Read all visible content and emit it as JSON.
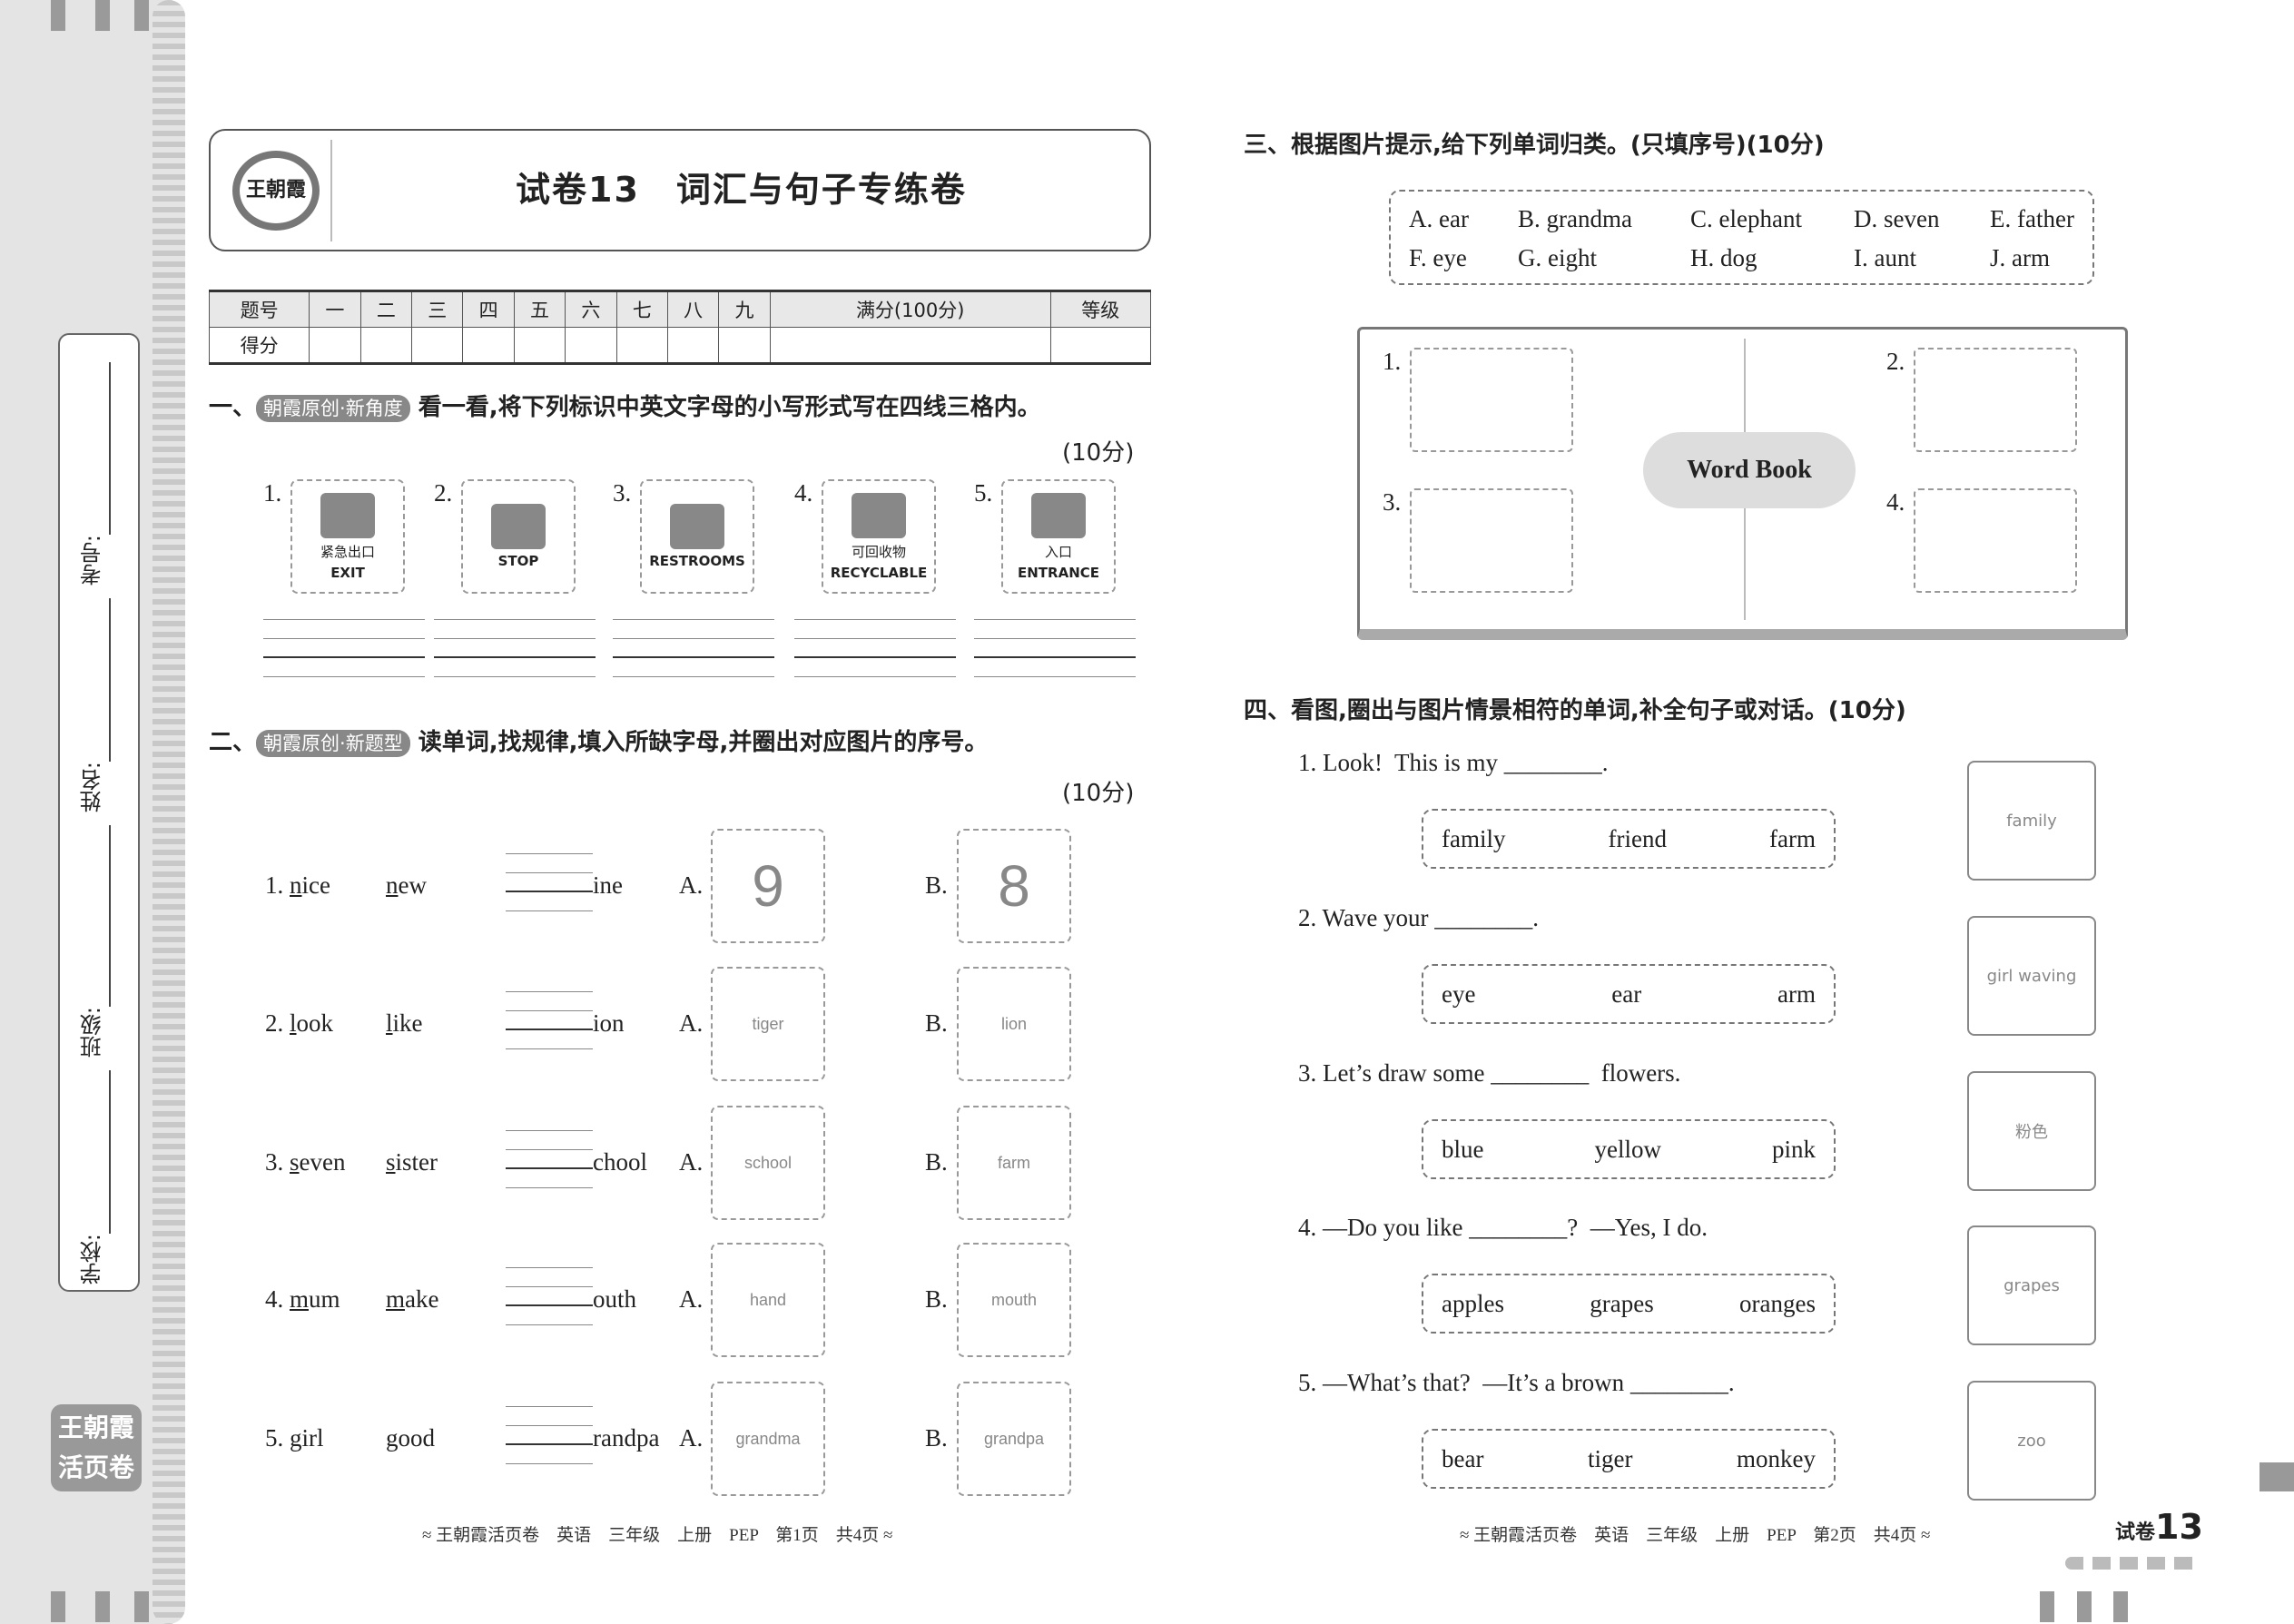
{
  "sidebar": {
    "labels": [
      "考号:",
      "姓名:",
      "班级:",
      "学校:"
    ],
    "logo_line1": "王朝霞",
    "logo_line2": "活页卷"
  },
  "header": {
    "seal_text": "王朝霞",
    "title": "试卷13　词汇与句子专练卷"
  },
  "score_table": {
    "row1": [
      "题号",
      "一",
      "二",
      "三",
      "四",
      "五",
      "六",
      "七",
      "八",
      "九",
      "满分(100分)",
      "等级"
    ],
    "row2_label": "得分"
  },
  "section1": {
    "prefix": "一、",
    "badge": "朝霞原创·新角度",
    "instruction": "看一看,将下列标识中英文字母的小写形式写在四线三格内。",
    "points": "(10分)",
    "signs": [
      {
        "num": "1.",
        "cn": "紧急出口",
        "en": "EXIT"
      },
      {
        "num": "2.",
        "cn": "",
        "en": "STOP"
      },
      {
        "num": "3.",
        "cn": "",
        "en": "RESTROOMS"
      },
      {
        "num": "4.",
        "cn": "可回收物",
        "en": "RECYCLABLE"
      },
      {
        "num": "5.",
        "cn": "入口",
        "en": "ENTRANCE"
      }
    ]
  },
  "section2": {
    "prefix": "二、",
    "badge": "朝霞原创·新题型",
    "instruction": "读单词,找规律,填入所缺字母,并圈出对应图片的序号。",
    "points": "(10分)",
    "rows": [
      {
        "num": "1.",
        "w1a": "n",
        "w1b": "ice",
        "w2a": "n",
        "w2b": "ew",
        "suffix": "ine",
        "a": "A.",
        "b": "B.",
        "pa": "9",
        "pb": "8"
      },
      {
        "num": "2.",
        "w1a": "l",
        "w1b": "ook",
        "w2a": "l",
        "w2b": "ike",
        "suffix": "ion",
        "a": "A.",
        "b": "B.",
        "pa": "tiger",
        "pb": "lion"
      },
      {
        "num": "3.",
        "w1a": "s",
        "w1b": "even",
        "w2a": "s",
        "w2b": "ister",
        "suffix": "chool",
        "a": "A.",
        "b": "B.",
        "pa": "school",
        "pb": "farm"
      },
      {
        "num": "4.",
        "w1a": "m",
        "w1b": "um",
        "w2a": "m",
        "w2b": "ake",
        "suffix": "outh",
        "a": "A.",
        "b": "B.",
        "pa": "hand",
        "pb": "mouth"
      },
      {
        "num": "5.",
        "w1a": "g",
        "w1b": "irl",
        "w2a": "g",
        "w2b": "ood",
        "suffix": "randpa",
        "a": "A.",
        "b": "B.",
        "pa": "grandma",
        "pb": "grandpa"
      }
    ]
  },
  "section3": {
    "title": "三、根据图片提示,给下列单词归类。(只填序号)(10分)",
    "words": [
      "A. ear",
      "B. grandma",
      "C. elephant",
      "D. seven",
      "E. father",
      "F. eye",
      "G. eight",
      "H. dog",
      "I. aunt",
      "J. arm"
    ],
    "book_title": "Word Book",
    "slots": [
      "1.",
      "2.",
      "3.",
      "4."
    ]
  },
  "section4": {
    "title": "四、看图,圈出与图片情景相符的单词,补全句子或对话。(10分)",
    "items": [
      {
        "sentence": "1. Look!  This is my ________.",
        "options": [
          "family",
          "friend",
          "farm"
        ],
        "pic": "family"
      },
      {
        "sentence": "2. Wave your ________.",
        "options": [
          "eye",
          "ear",
          "arm"
        ],
        "pic": "girl waving"
      },
      {
        "sentence": "3. Let’s draw some ________  flowers.",
        "options": [
          "blue",
          "yellow",
          "pink"
        ],
        "pic": "粉色"
      },
      {
        "sentence": "4. —Do you like ________?  —Yes, I do.",
        "options": [
          "apples",
          "grapes",
          "oranges"
        ],
        "pic": "grapes"
      },
      {
        "sentence": "5. —What’s that?  —It’s a brown ________.",
        "options": [
          "bear",
          "tiger",
          "monkey"
        ],
        "pic": "zoo"
      }
    ]
  },
  "footer": {
    "left": "≈ 王朝霞活页卷　英语　三年级　上册　PEP　第1页　共4页 ≈",
    "right": "≈ 王朝霞活页卷　英语　三年级　上册　PEP　第2页　共4页 ≈",
    "tag_label": "试卷",
    "tag_num": "13"
  }
}
